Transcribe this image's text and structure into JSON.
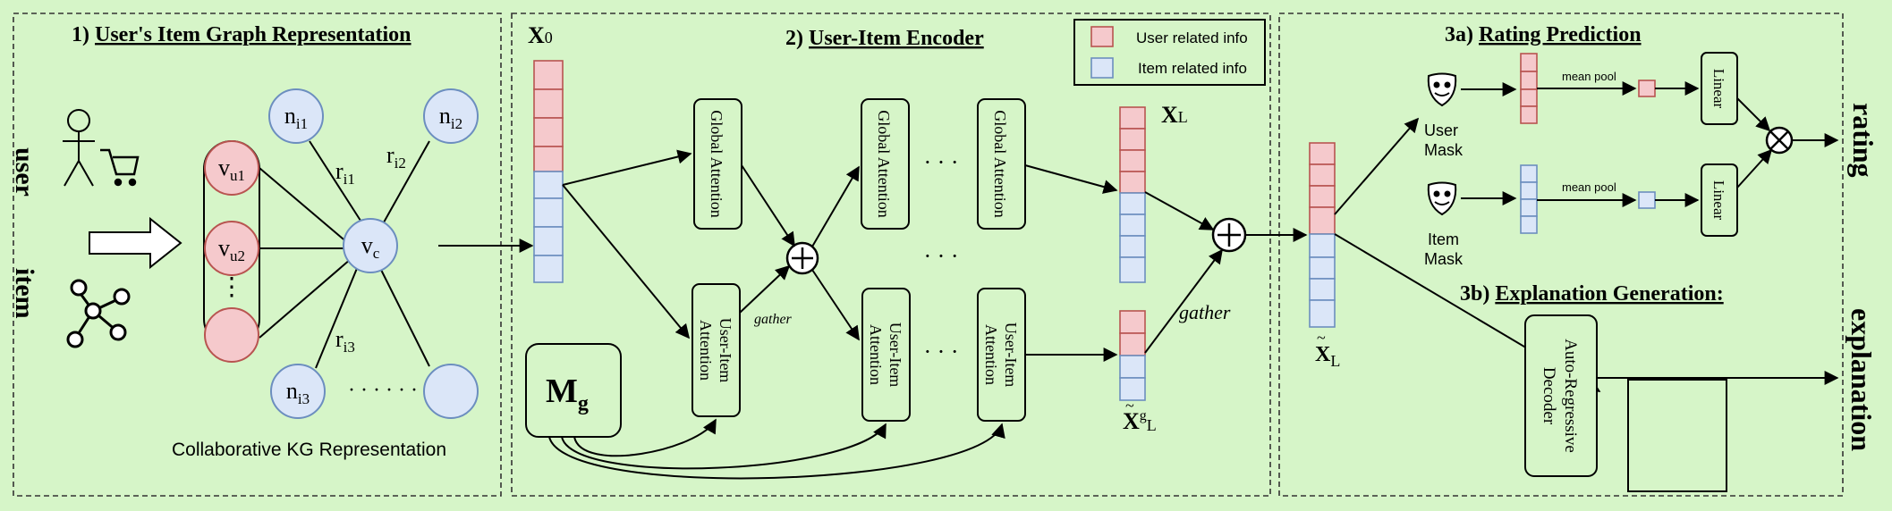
{
  "panel1": {
    "number": "1)",
    "title": "User's Item Graph Representation",
    "side_user": "user",
    "side_item": "item",
    "nodes": {
      "vu1": {
        "base": "v",
        "sub": "u1"
      },
      "vu2": {
        "base": "v",
        "sub": "u2"
      },
      "vdots": "⋮",
      "vc": {
        "base": "v",
        "sub": "c"
      },
      "ni1": {
        "base": "n",
        "sub": "i1"
      },
      "ni2": {
        "base": "n",
        "sub": "i2"
      },
      "ni3": {
        "base": "n",
        "sub": "i3"
      },
      "ndots": "· · · · · ·"
    },
    "relations": {
      "ri1": {
        "base": "r",
        "sub": "i1"
      },
      "ri2": {
        "base": "r",
        "sub": "i2"
      },
      "ri3": {
        "base": "r",
        "sub": "i3"
      }
    },
    "caption": "Collaborative KG Representation"
  },
  "panel2": {
    "number": "2)",
    "title": "User-Item Encoder",
    "x0": {
      "base": "X",
      "sub": "0"
    },
    "xl": {
      "base": "X",
      "sub": "L"
    },
    "xgl": {
      "base": "X",
      "sup": "g",
      "sub": "L",
      "accent": "~"
    },
    "global_attention": "Global Attention",
    "user_item_attention_line1": "User-Item",
    "user_item_attention_line2": "Attention",
    "gather_small": "gather",
    "gather_large": "gather",
    "hdots": "· · ·",
    "mg": {
      "base": "M",
      "sub": "g"
    },
    "plus": "+"
  },
  "legend": {
    "user_info": "User related info",
    "item_info": "Item related info",
    "user_color": "#f5c9cc",
    "item_color": "#dbe6f8"
  },
  "panel3": {
    "xl_tilde": {
      "base": "X",
      "sub": "L",
      "accent": "~"
    },
    "rating_title_number": "3a)",
    "rating_title": "Rating Prediction",
    "user_mask_1": "User",
    "user_mask_2": "Mask",
    "item_mask_1": "Item",
    "item_mask_2": "Mask",
    "mean_pool_user": "mean pool",
    "mean_pool_item": "mean pool",
    "linear_user": "Linear",
    "linear_item": "Linear",
    "rating": "rating",
    "explanation_title_number": "3b)",
    "explanation_title": "Explanation Generation:",
    "decoder_line1": "Auto-Regressive",
    "decoder_line2": "Decoder",
    "explanation": "explanation"
  },
  "icons": [
    "user-icon",
    "cart-icon",
    "hollow-arrow-icon",
    "graph-network-icon",
    "mask-icon",
    "multiply-icon",
    "plus-icon"
  ]
}
